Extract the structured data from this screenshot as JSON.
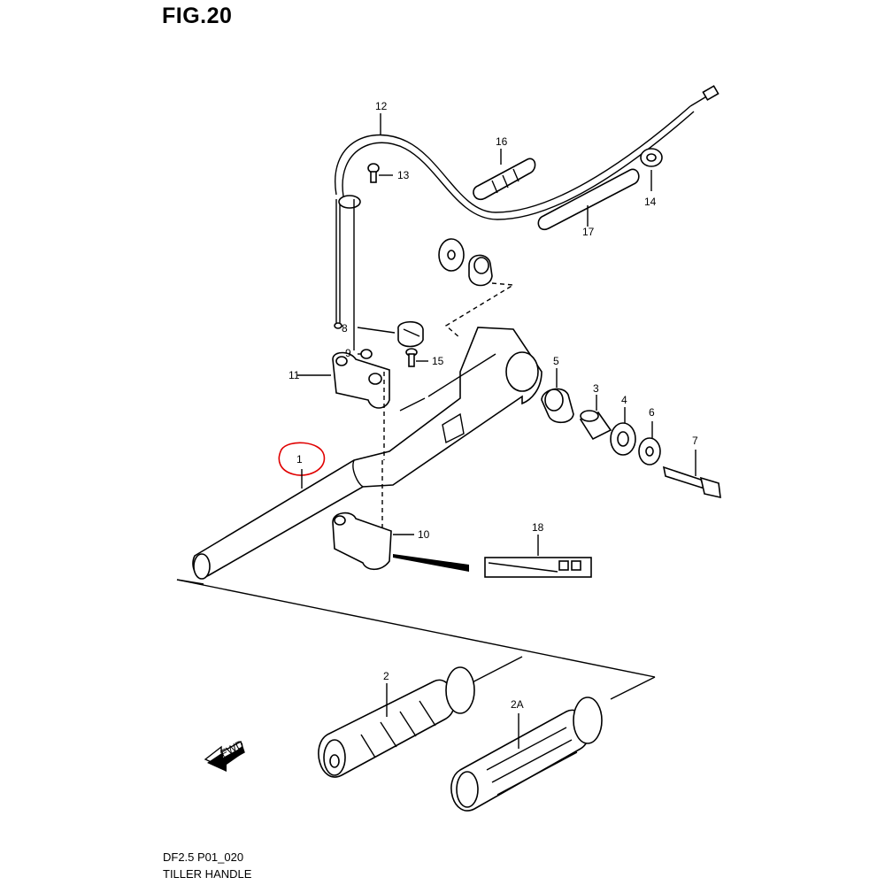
{
  "figure": {
    "title": "FIG.20",
    "code": "DF2.5 P01_020",
    "name": "TILLER HANDLE"
  },
  "callouts": {
    "p1": "1",
    "p2": "2",
    "p2a": "2A",
    "p3": "3",
    "p4": "4",
    "p5": "5",
    "p6": "6",
    "p7": "7",
    "p8": "8",
    "p9": "9",
    "p10": "10",
    "p11": "11",
    "p12": "12",
    "p13": "13",
    "p14": "14",
    "p15": "15",
    "p16": "16",
    "p17": "17",
    "p18": "18"
  },
  "fwd_label": "FWD",
  "highlight_color": "#e00000"
}
